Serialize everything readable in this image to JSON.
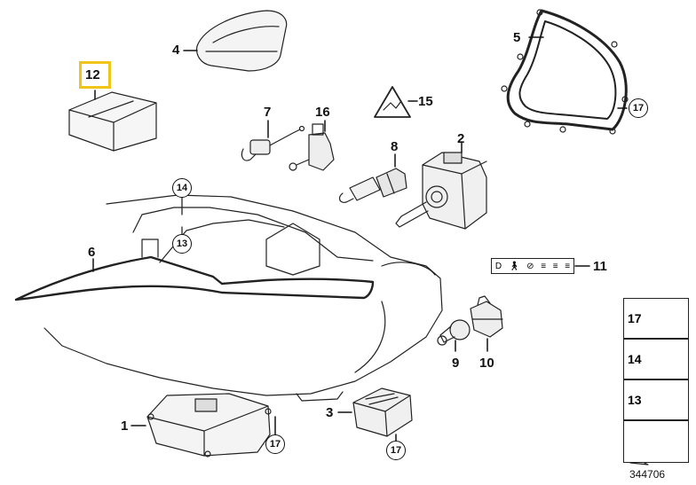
{
  "parts": {
    "p1": "1",
    "p2": "2",
    "p3": "3",
    "p4": "4",
    "p5": "5",
    "p6": "6",
    "p7": "7",
    "p8": "8",
    "p9": "9",
    "p10": "10",
    "p11": "11",
    "p12": "12",
    "p13": "13",
    "p14": "14",
    "p15": "15",
    "p16": "16",
    "p17": "17"
  },
  "side_panel": {
    "item_a": "17",
    "item_b": "14",
    "item_c": "13"
  },
  "catalog_number": "344706",
  "warning_label_text": "D",
  "highlight_color": "#f0c419"
}
